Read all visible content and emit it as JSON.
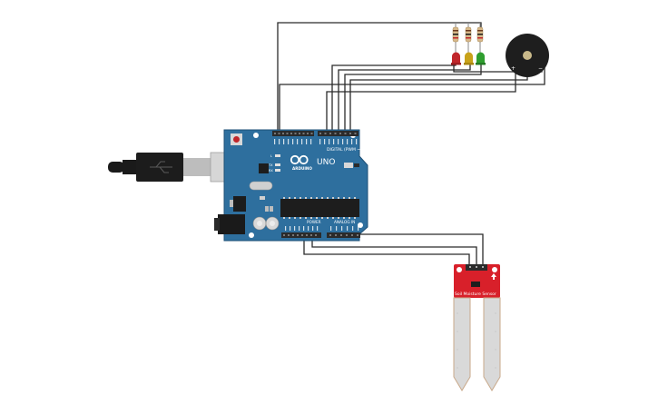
{
  "colors": {
    "board": "#2e6f9e",
    "board_dark": "#1f5177",
    "header": "#2b2b2b",
    "wire": "#2b2b2b",
    "sensor_red": "#d8202a",
    "probe": "#d9d9d9",
    "led_red": "#c0262b",
    "led_yellow": "#c8a21a",
    "led_green": "#2f9e2f",
    "buzzer": "#1e1e1e",
    "usb": "#1a1a1a"
  },
  "arduino": {
    "model": "UNO",
    "brand": "ARDUINO",
    "digital_label": "DIGITAL (PWM ~)",
    "power_label": "POWER",
    "analog_label": "ANALOG IN",
    "tx_label": "TX",
    "rx_label": "RX",
    "l_label": "L"
  },
  "sensor": {
    "label": "Soil Moisture Sensor"
  },
  "buzzer": {
    "plus": "+",
    "minus": "−"
  },
  "leds": [
    {
      "color": "red"
    },
    {
      "color": "yellow"
    },
    {
      "color": "green"
    }
  ]
}
